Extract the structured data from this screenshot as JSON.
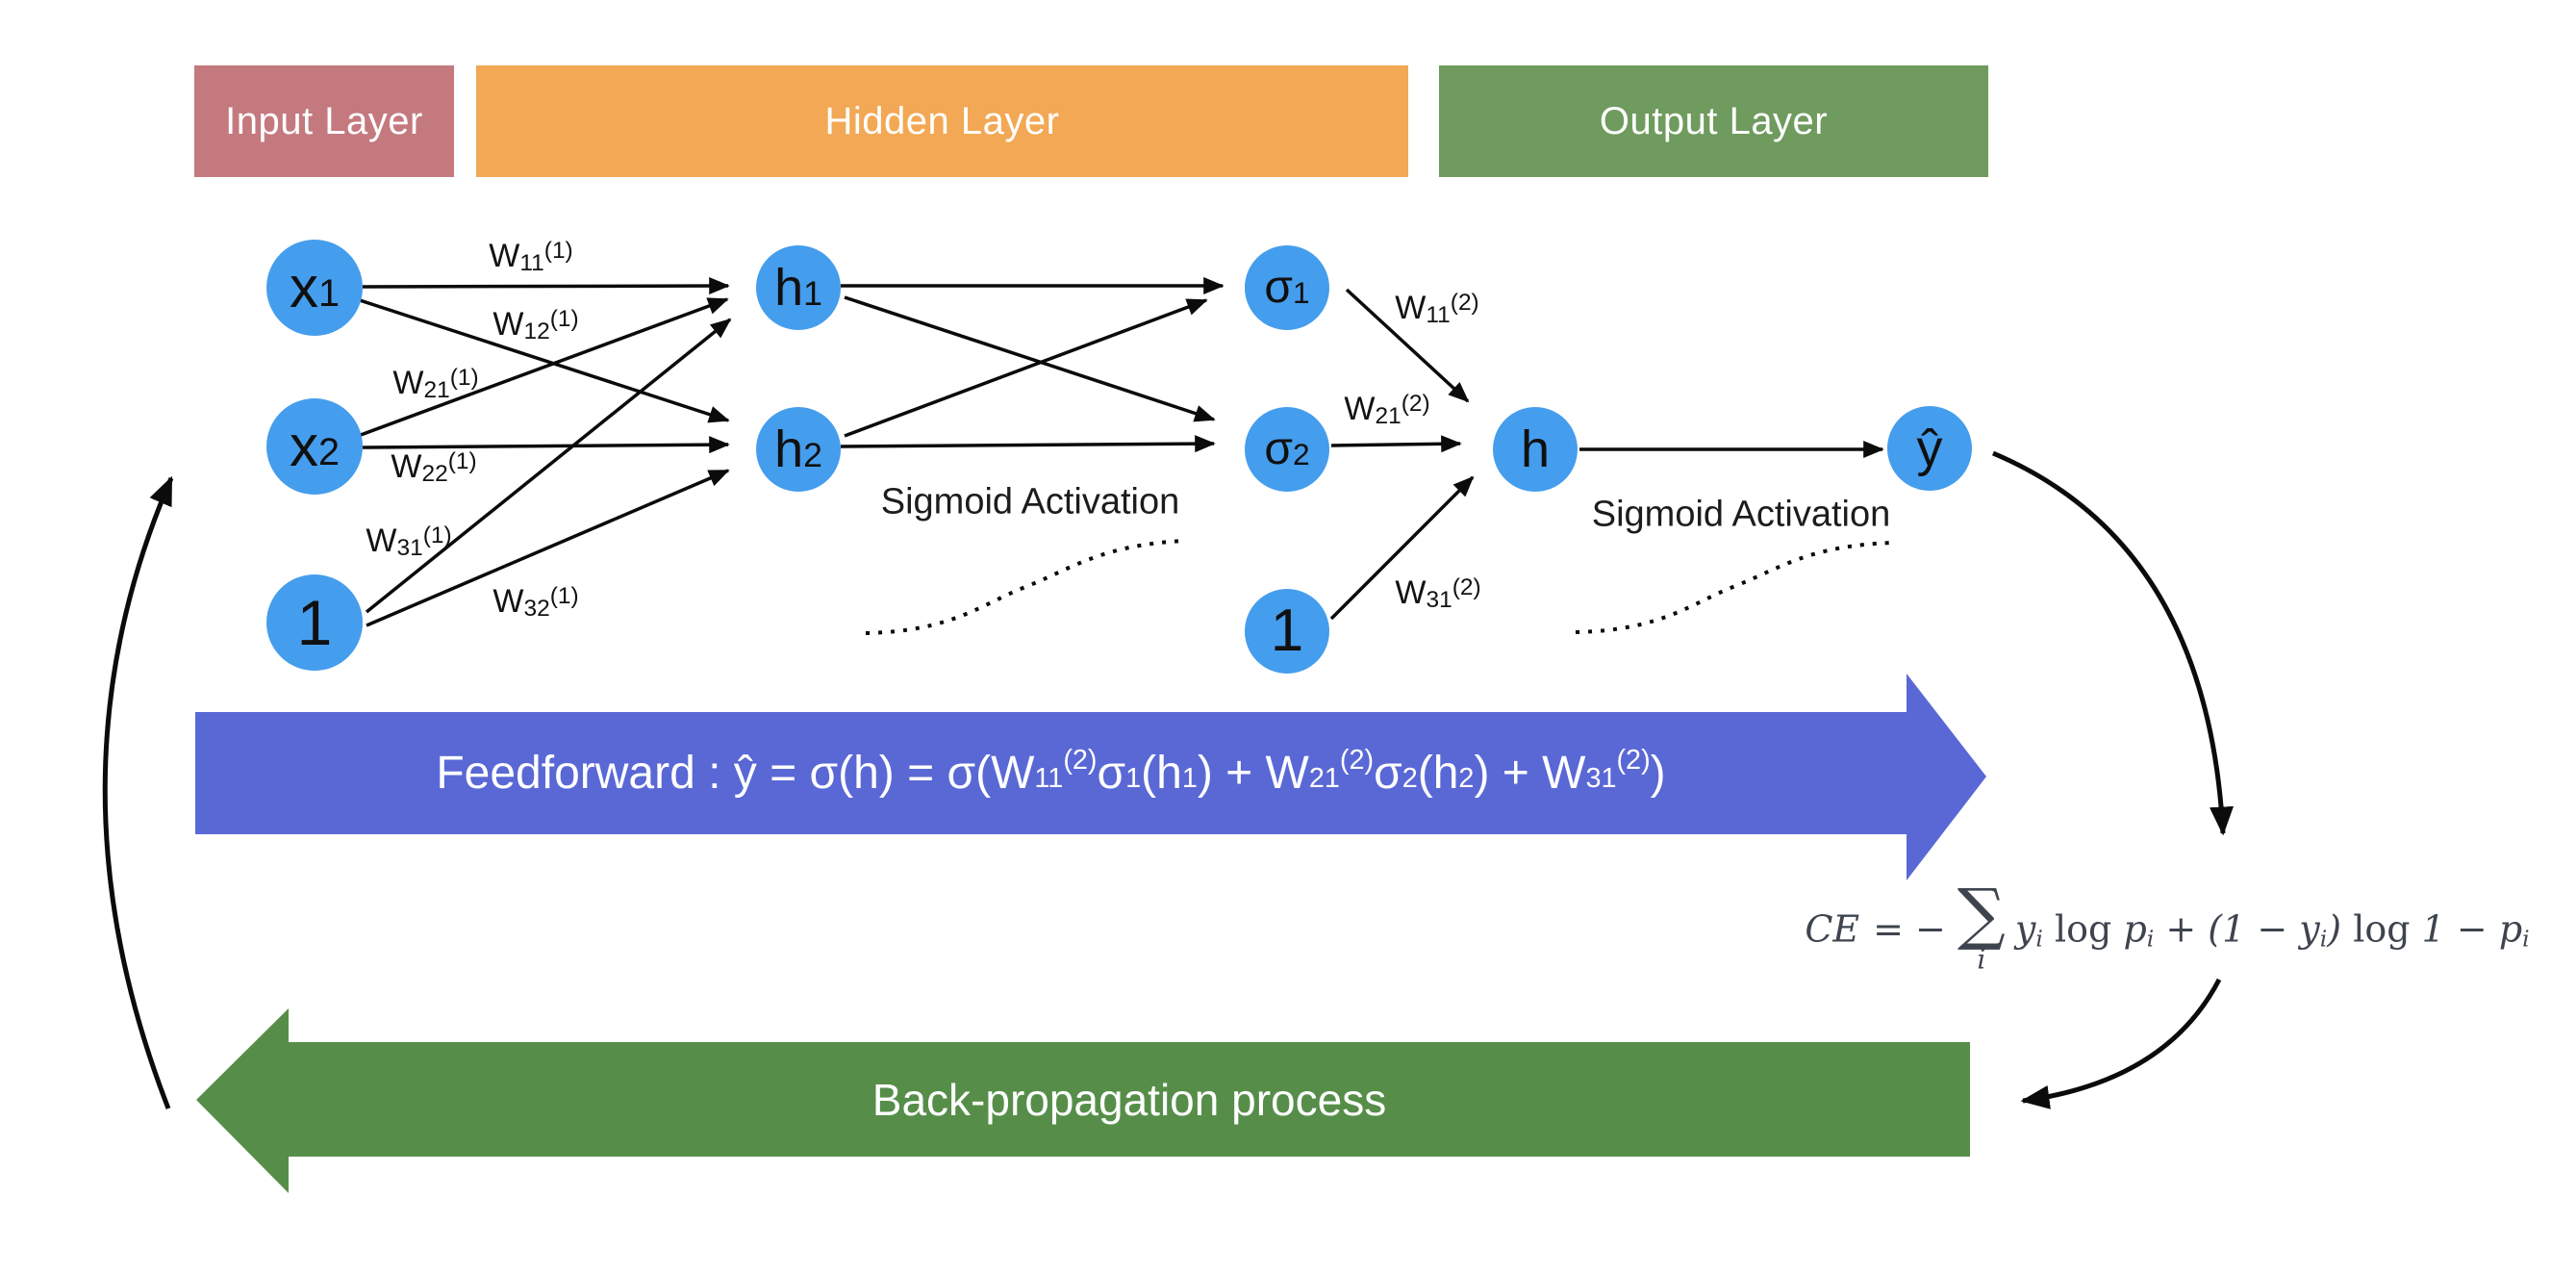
{
  "colors": {
    "node_fill": "#459DED",
    "input_header": "#C4797E",
    "hidden_header": "#F2A854",
    "output_header": "#6F9B5E",
    "feedforward_arrow": "#5A68D5",
    "backprop_arrow": "#568E49",
    "formula_text": "#3E444E",
    "edge": "#0B0B0B"
  },
  "headers": {
    "input": "Input Layer",
    "hidden": "Hidden Layer",
    "output": "Output Layer"
  },
  "nodes": {
    "x1": {
      "base": "x",
      "sub": "1"
    },
    "x2": {
      "base": "x",
      "sub": "2"
    },
    "bias1": {
      "base": "1"
    },
    "h1": {
      "base": "h",
      "sub": "1"
    },
    "h2": {
      "base": "h",
      "sub": "2"
    },
    "sigma1": {
      "base": "σ",
      "sub": "1"
    },
    "sigma2": {
      "base": "σ",
      "sub": "2"
    },
    "bias2": {
      "base": "1"
    },
    "h": {
      "base": "h"
    },
    "yhat": {
      "base": "ŷ"
    }
  },
  "weights": {
    "w11_1": {
      "base": "W",
      "sub": "11",
      "sup": "(1)"
    },
    "w12_1": {
      "base": "W",
      "sub": "12",
      "sup": "(1)"
    },
    "w21_1": {
      "base": "W",
      "sub": "21",
      "sup": "(1)"
    },
    "w22_1": {
      "base": "W",
      "sub": "22",
      "sup": "(1)"
    },
    "w31_1": {
      "base": "W",
      "sub": "31",
      "sup": "(1)"
    },
    "w32_1": {
      "base": "W",
      "sub": "32",
      "sup": "(1)"
    },
    "w11_2": {
      "base": "W",
      "sub": "11",
      "sup": "(2)"
    },
    "w21_2": {
      "base": "W",
      "sub": "21",
      "sup": "(2)"
    },
    "w31_2": {
      "base": "W",
      "sub": "31",
      "sup": "(2)"
    }
  },
  "activations": {
    "hidden_label": "Sigmoid Activation",
    "output_label": "Sigmoid Activation"
  },
  "feedforward": {
    "tokens": [
      {
        "t": "Feedforward : ŷ = σ(h) = σ(W"
      },
      {
        "t": "11",
        "sub": 1
      },
      {
        "t": "(2)",
        "sup": 1
      },
      {
        "t": " σ"
      },
      {
        "t": "1",
        "sub": 1
      },
      {
        "t": "(h"
      },
      {
        "t": "1",
        "sub": 1
      },
      {
        "t": ") + W"
      },
      {
        "t": "21",
        "sub": 1
      },
      {
        "t": "(2)",
        "sup": 1
      },
      {
        "t": " σ"
      },
      {
        "t": "2",
        "sub": 1
      },
      {
        "t": "(h"
      },
      {
        "t": "2",
        "sub": 1
      },
      {
        "t": ") + W"
      },
      {
        "t": "31",
        "sub": 1
      },
      {
        "t": "(2)",
        "sup": 1
      },
      {
        "t": ")"
      }
    ]
  },
  "backprop": {
    "label": "Back-propagation process"
  },
  "loss": {
    "lhs": "CE",
    "rel": "= −",
    "sigma": "∑",
    "sigma_sub": "i",
    "tokens": [
      {
        "t": "y"
      },
      {
        "t": "i",
        "sub": 1
      },
      {
        "t": " "
      },
      {
        "t": "log",
        "up": 1
      },
      {
        "t": " "
      },
      {
        "t": "p"
      },
      {
        "t": "i",
        "sub": 1
      },
      {
        "t": " + (1 − "
      },
      {
        "t": "y"
      },
      {
        "t": "i",
        "sub": 1
      },
      {
        "t": ") "
      },
      {
        "t": "log",
        "up": 1
      },
      {
        "t": " 1 − "
      },
      {
        "t": "p"
      },
      {
        "t": "i",
        "sub": 1
      }
    ]
  }
}
